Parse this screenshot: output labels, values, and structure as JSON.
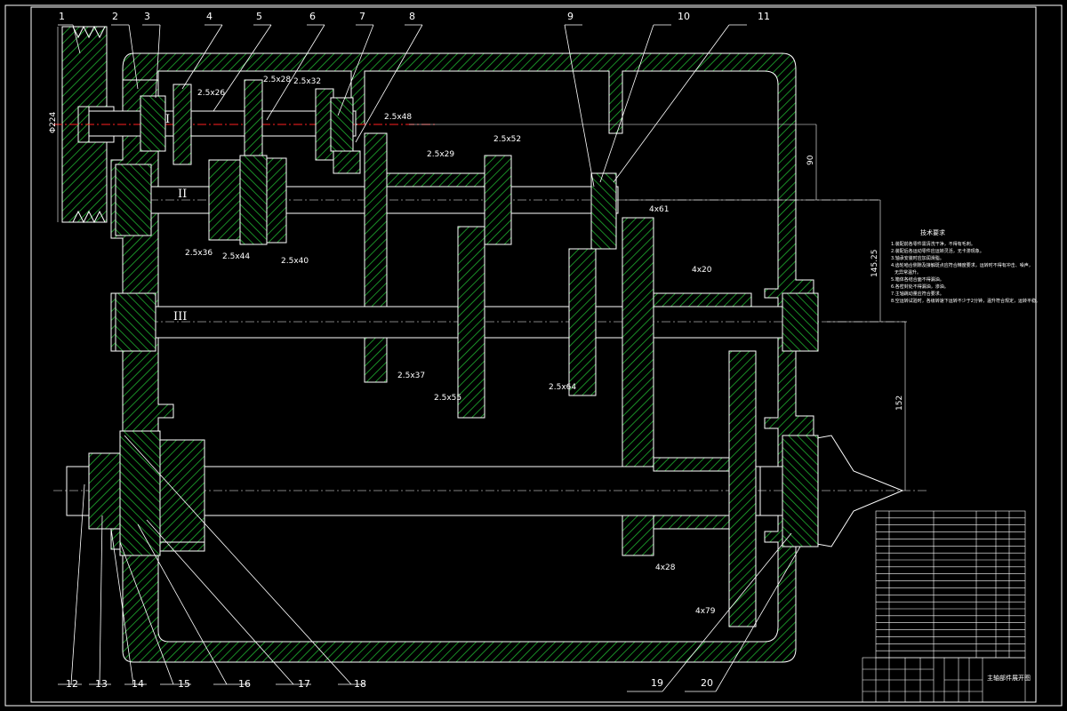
{
  "drawing": {
    "border_color": "#ffffff",
    "hatch_color": "#1fb030",
    "line_color": "#ffffff",
    "centerline_color": "#ff2020",
    "dimension_color": "#ffffff"
  },
  "part_numbers": {
    "top": [
      "1",
      "2",
      "3",
      "4",
      "5",
      "6",
      "7",
      "8",
      "9",
      "10",
      "11"
    ],
    "bottom": [
      "12",
      "13",
      "14",
      "15",
      "16",
      "17",
      "18",
      "19",
      "20"
    ]
  },
  "shaft_labels": [
    "I",
    "II",
    "III"
  ],
  "gear_specs": {
    "g_2_5x26": "2.5x26",
    "g_2_5x28": "2.5x28",
    "g_2_5x32": "2.5x32",
    "g_2_5x48": "2.5x48",
    "g_2_5x29": "2.5x29",
    "g_2_5x52": "2.5x52",
    "g_2_5x36": "2.5x36",
    "g_2_5x44": "2.5x44",
    "g_2_5x40": "2.5x40",
    "g_4x61": "4x61",
    "g_4x20": "4x20",
    "g_2_5x37": "2.5x37",
    "g_2_5x55": "2.5x55",
    "g_2_5x64": "2.5x64",
    "g_4x28": "4x28",
    "g_4x79": "4x79"
  },
  "dimensions": {
    "pulley_dia": "Φ224",
    "d90": "90",
    "d145": "145.25",
    "d152": "152"
  },
  "tech_notes": {
    "title": "技术要求",
    "lines": [
      "1.装配前各零件需清洗干净，不得有毛刺。",
      "2.装配后各运动零件应运转灵活，无卡滞现象。",
      "3.轴承安装时应加润滑脂。",
      "4.齿轮啮合侧隙及接触斑点应符合精度要求，运转时不得有冲击、噪声，",
      "无异常温升。",
      "5.箱体各结合面不得漏油。",
      "6.各密封处不得漏油，渗油。",
      "7.主轴跳动量应符合要求。",
      "8.空运转试验时，各级转速下运转不少于2分钟，温升符合规定，运转平稳。"
    ]
  },
  "title_block": {
    "drawing_title": "主轴部件展开图"
  }
}
